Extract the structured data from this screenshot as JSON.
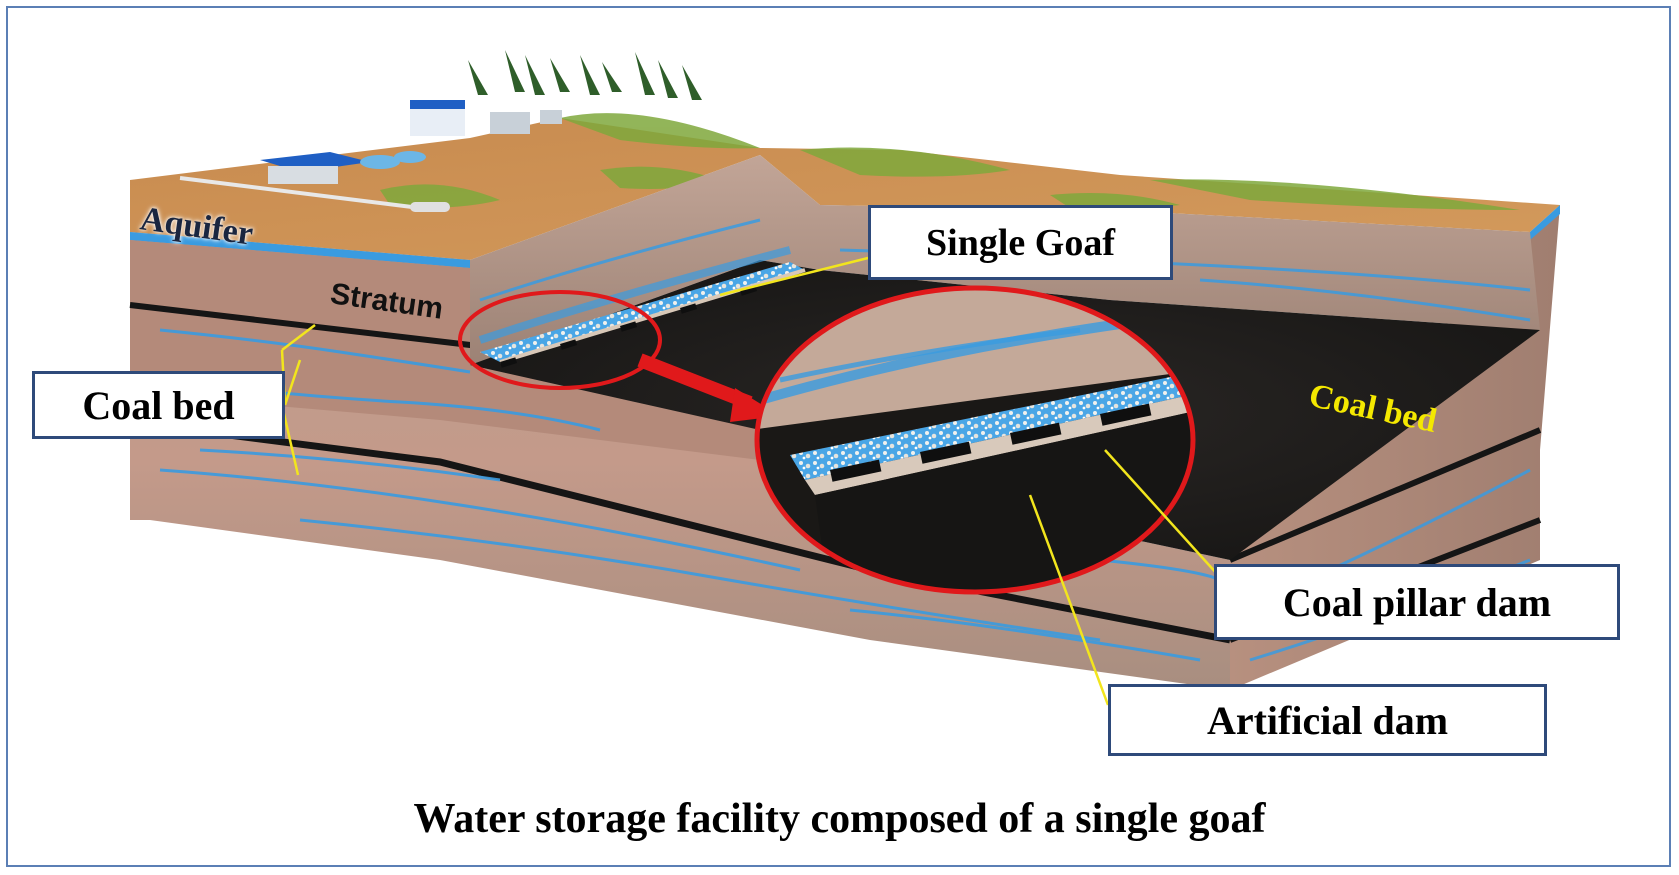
{
  "labels": {
    "aquifer": "Aquifer",
    "stratum": "Stratum",
    "coal_bed_left": "Coal bed",
    "coal_bed_right": "Coal bed",
    "single_goaf": "Single Goaf",
    "coal_pillar_dam": "Coal pillar dam",
    "artificial_dam": "Artificial dam"
  },
  "caption": "Water storage facility composed of a single goaf",
  "colors": {
    "frame_border": "#5b7fb5",
    "label_border": "#2e4a7a",
    "water": "#3a9be0",
    "coal": "#1c1a18",
    "highlight_circle": "#e0191b",
    "leader_line": "#f2e51d",
    "coal_bed_text": "#f4e800"
  }
}
